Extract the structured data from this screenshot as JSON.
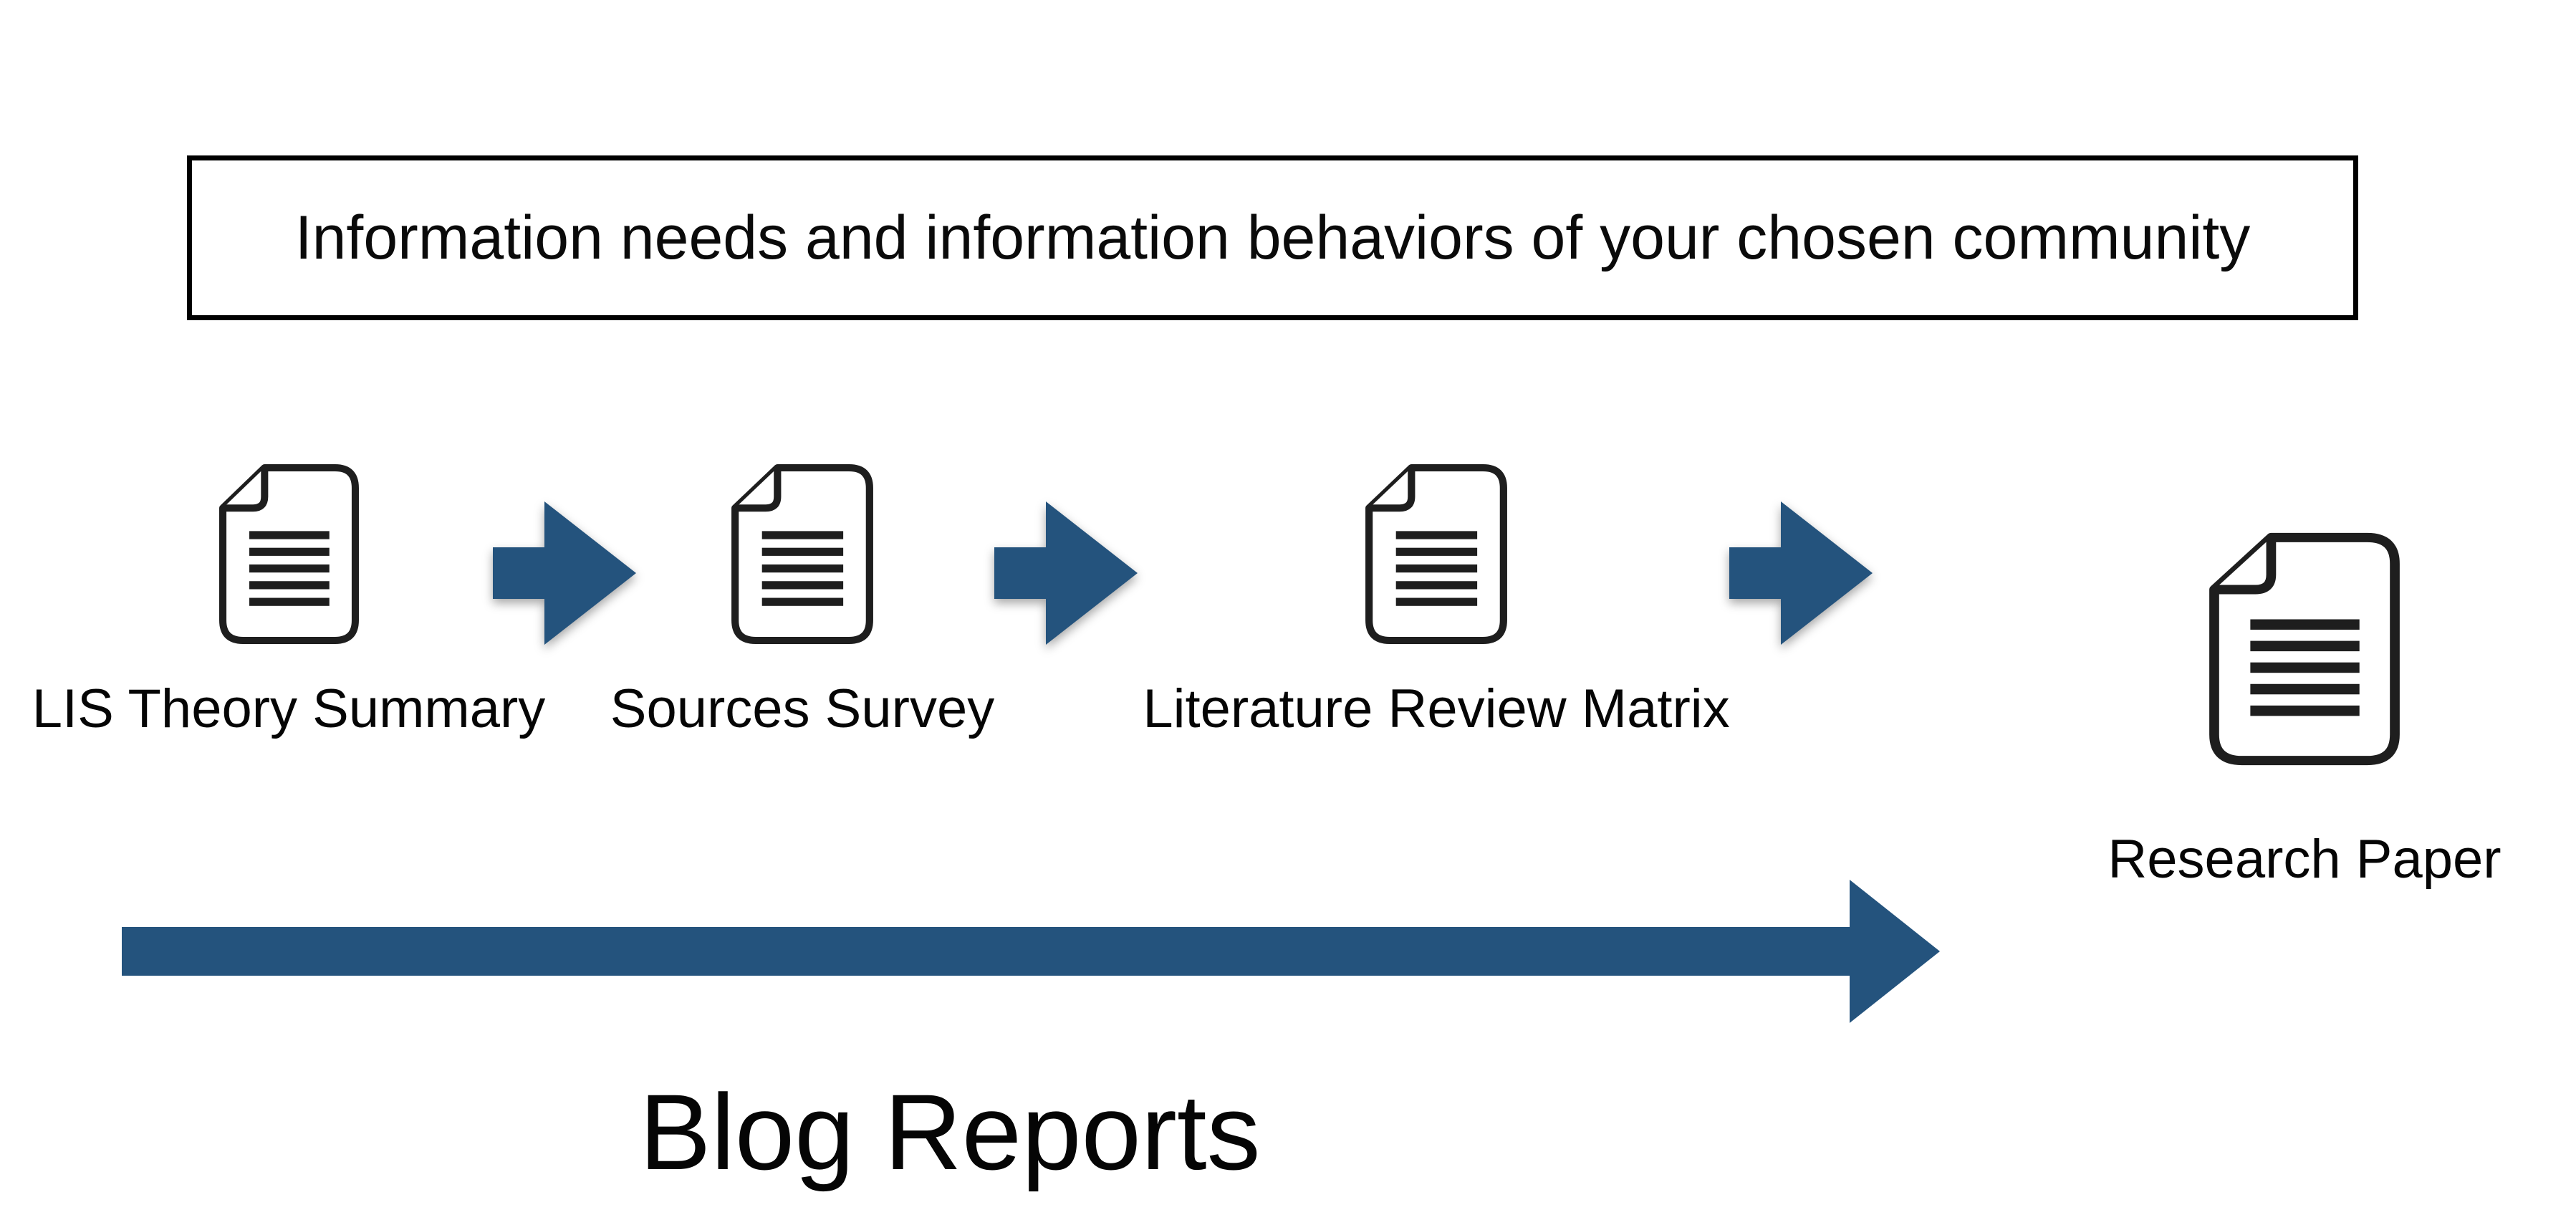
{
  "diagram": {
    "header": {
      "text": "Information needs and information behaviors of your chosen community"
    },
    "steps": [
      {
        "label": "LIS Theory Summary",
        "icon": "document-icon"
      },
      {
        "label": "Sources Survey",
        "icon": "document-icon"
      },
      {
        "label": "Literature Review Matrix",
        "icon": "document-icon"
      },
      {
        "label": "Research Paper",
        "icon": "document-icon"
      }
    ],
    "flow_arrows": {
      "icon": "right-block-arrow-icon",
      "count": 3
    },
    "bottom": {
      "icon": "long-right-arrow-icon",
      "label": "Blog Reports"
    },
    "colors": {
      "arrow_blue": "#24537D",
      "icon_stroke": "#1E1E1E",
      "box_border": "#000000",
      "background": "#FFFFFF"
    }
  }
}
